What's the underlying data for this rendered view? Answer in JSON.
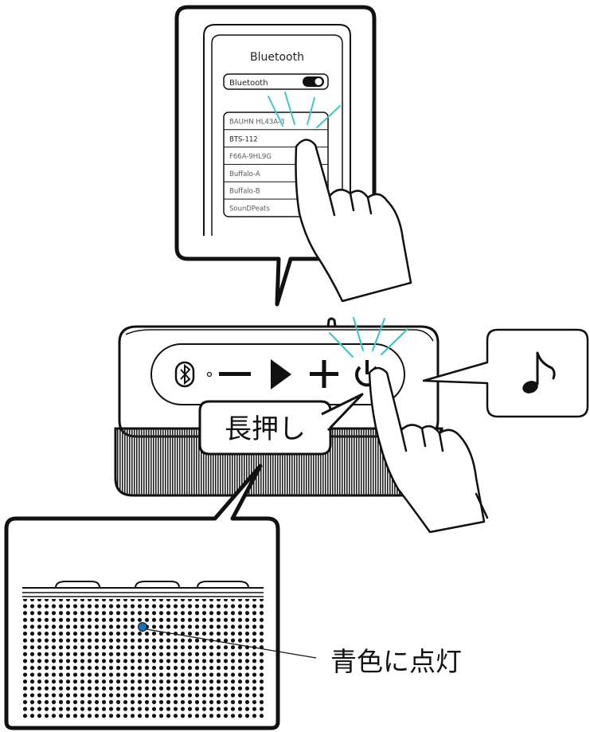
{
  "phone": {
    "title": "Bluetooth",
    "toggle_label": "Bluetooth",
    "toggle_state": "on",
    "devices": [
      "BAUHN HL43A-3",
      "BTS-112",
      "F66A-9HL9G",
      "Buffalo-A",
      "Buffalo-B",
      "SounDPeats"
    ],
    "selected_device": "BTS-112"
  },
  "speaker": {
    "buttons": [
      "bluetooth-icon",
      "minus-icon",
      "play-icon",
      "plus-icon",
      "power-icon"
    ],
    "sound_bubble_icon": "music-note-icon"
  },
  "labels": {
    "long_press": "長押し",
    "led_status": "青色に点灯"
  },
  "colors": {
    "outline": "#111111",
    "flash": "#3fc6c6",
    "led": "#1f6fb8",
    "grille": "#222222"
  }
}
